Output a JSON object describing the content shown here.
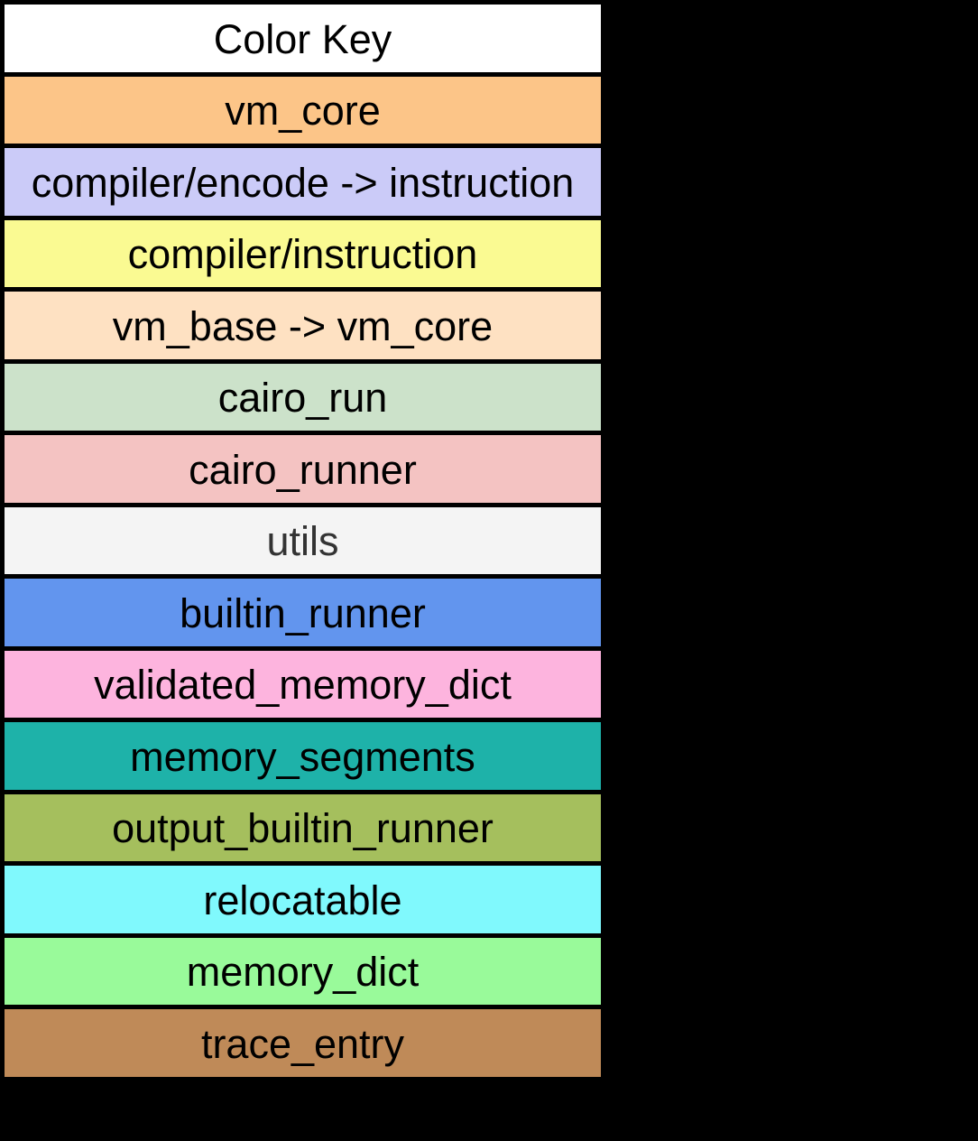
{
  "page": {
    "background": "#000000"
  },
  "color_key": {
    "title": "Color Key",
    "header_bg": "#ffffff",
    "border_color": "#000000",
    "rows": [
      {
        "label": "vm_core",
        "color": "#fcc588",
        "text_color": "#000000"
      },
      {
        "label": "compiler/encode -> instruction",
        "color": "#cbcbf8",
        "text_color": "#000000"
      },
      {
        "label": "compiler/instruction",
        "color": "#fafa92",
        "text_color": "#000000"
      },
      {
        "label": "vm_base -> vm_core",
        "color": "#fee1c2",
        "text_color": "#000000"
      },
      {
        "label": "cairo_run",
        "color": "#cce2ca",
        "text_color": "#000000"
      },
      {
        "label": "cairo_runner",
        "color": "#f4c3c2",
        "text_color": "#000000"
      },
      {
        "label": "utils",
        "color": "#f4f4f4",
        "text_color": "#333333"
      },
      {
        "label": "builtin_runner",
        "color": "#6295ee",
        "text_color": "#000000"
      },
      {
        "label": "validated_memory_dict",
        "color": "#fdb4de",
        "text_color": "#000000"
      },
      {
        "label": "memory_segments",
        "color": "#1eb2a9",
        "text_color": "#000000"
      },
      {
        "label": "output_builtin_runner",
        "color": "#a5bf5d",
        "text_color": "#000000"
      },
      {
        "label": "relocatable",
        "color": "#80f9fd",
        "text_color": "#000000"
      },
      {
        "label": "memory_dict",
        "color": "#99fa9a",
        "text_color": "#000000"
      },
      {
        "label": "trace_entry",
        "color": "#bf8a58",
        "text_color": "#000000"
      }
    ]
  }
}
